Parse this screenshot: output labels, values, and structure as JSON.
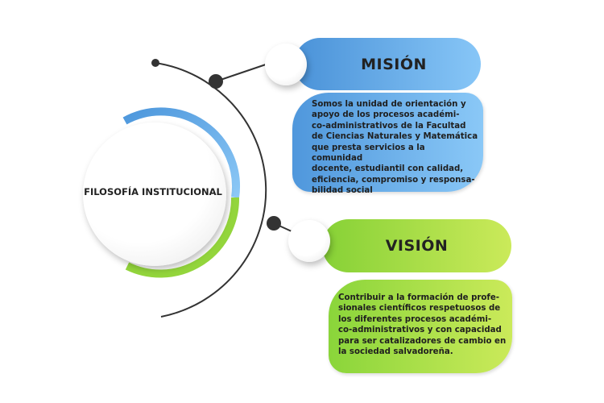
{
  "center": {
    "title": "FILOSOFÍA INSTITUCIONAL"
  },
  "mision": {
    "title": "MISIÓN",
    "text": "Somos la unidad de orientación y\napoyo de los procesos académi-\nco-administrativos de la Facultad\nde Ciencias Naturales y Matemática\nque presta servicios a la comunidad\ndocente, estudiantil con calidad,\neficiencia, compromiso y responsa-\nbilidad social"
  },
  "vision": {
    "title": "VISIÓN",
    "text": "Contribuir a la formación de profe-\nsionales científicos respetuosos de\nlos diferentes procesos académi-\nco-administrativos y con capacidad\npara ser catalizadores de cambio en\nla sociedad salvadoreña."
  },
  "colors": {
    "blue": "#5aa3e0",
    "green": "#8fd43a"
  }
}
